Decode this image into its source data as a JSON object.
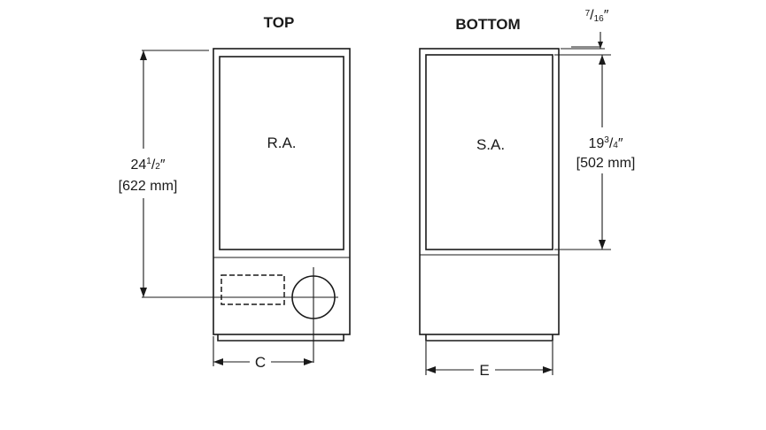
{
  "views": {
    "top": {
      "title": "TOP",
      "panel_label": "R.A.",
      "dimension": {
        "whole": "24",
        "num": "1",
        "den": "2",
        "unit_mark": "″",
        "metric": "[622 mm]"
      },
      "width_label": "C"
    },
    "bottom": {
      "title": "BOTTOM",
      "panel_label": "S.A.",
      "dimension": {
        "whole": "19",
        "num": "3",
        "den": "4",
        "unit_mark": "″",
        "metric": "[502 mm]"
      },
      "offset": {
        "num": "7",
        "den": "16",
        "unit_mark": "″"
      },
      "width_label": "E"
    }
  }
}
